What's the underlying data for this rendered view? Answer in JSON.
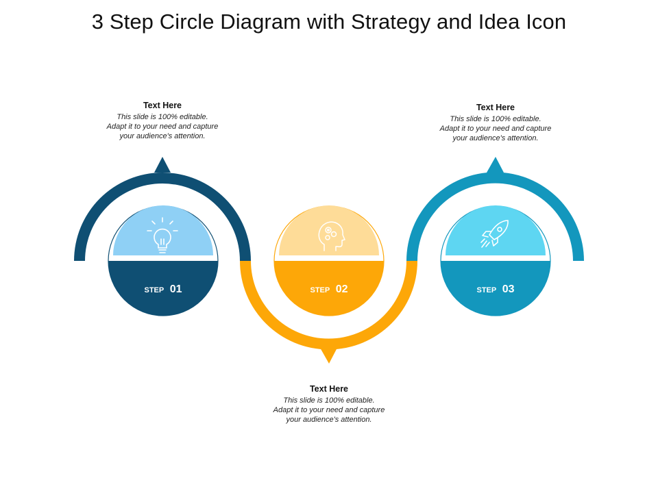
{
  "title": "3 Step Circle Diagram with Strategy and Idea Icon",
  "colors": {
    "step1_dark": "#0f4f73",
    "step1_light": "#8fd0f5",
    "step2_dark": "#fda708",
    "step2_light": "#fedc98",
    "step3_dark": "#1397bd",
    "step3_light": "#5ed6f2"
  },
  "steps": [
    {
      "step_word": "STEP",
      "step_number": "01",
      "icon": "lightbulb-icon",
      "heading": "Text Here",
      "body": "This slide is 100% editable.\nAdapt it to your need and capture\nyour audience's attention."
    },
    {
      "step_word": "STEP",
      "step_number": "02",
      "icon": "head-gears-icon",
      "heading": "Text Here",
      "body": "This slide is 100% editable.\nAdapt it to your need and capture\nyour audience's attention."
    },
    {
      "step_word": "STEP",
      "step_number": "03",
      "icon": "rocket-icon",
      "heading": "Text Here",
      "body": "This slide is 100% editable.\nAdapt it to your need and capture\nyour audience's attention."
    }
  ]
}
